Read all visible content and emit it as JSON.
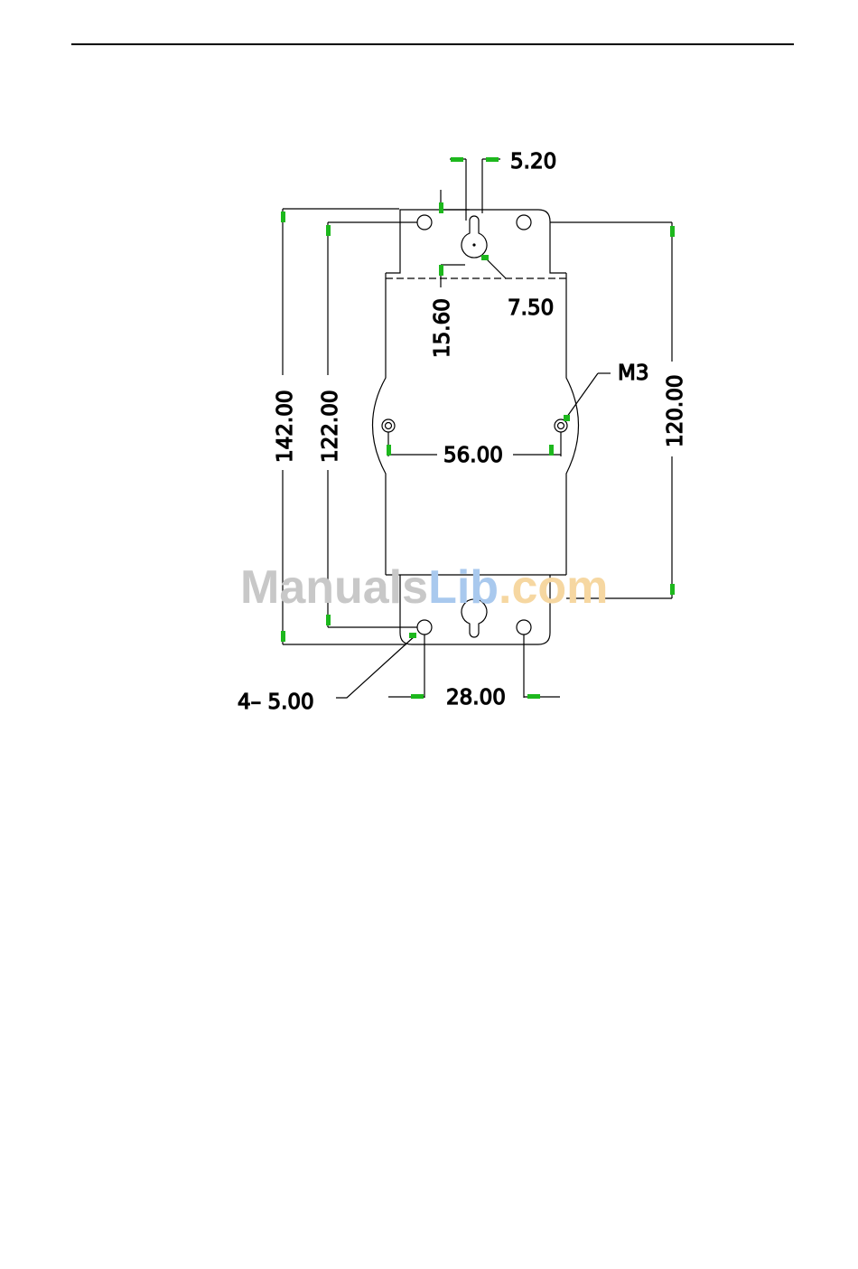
{
  "dimensions": {
    "top_slot_width": "5.20",
    "keyhole_diameter": "7.50",
    "keyhole_offset": "15.60",
    "screw_label": "M3",
    "screw_spacing": "56.00",
    "outer_height": "142.00",
    "hole_span": "122.00",
    "body_height": "120.00",
    "hole_note": "4– 5.00",
    "hole_spacing": "28.00"
  },
  "watermark": {
    "part1": "Manuals",
    "part2": "Lib",
    "part3": ".com",
    "color1": "#c8c8c8",
    "color2": "#a9c9ee",
    "color3": "#f6d7a1"
  },
  "colors": {
    "line": "#000000",
    "arrow": "#1db81d"
  }
}
